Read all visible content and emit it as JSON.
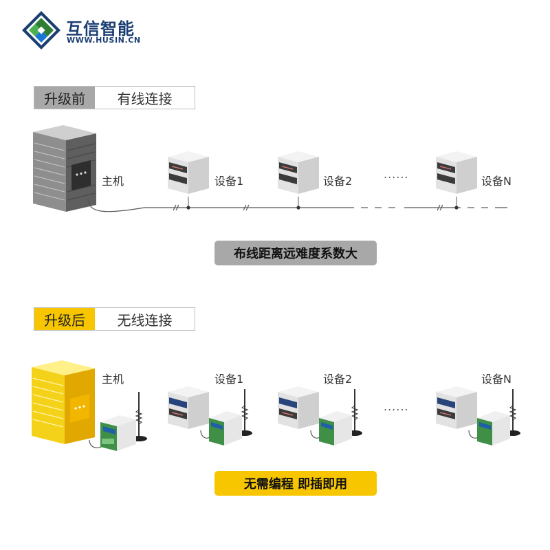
{
  "brand": {
    "name": "互信智能",
    "url": "WWW.HUSIN.CN",
    "colors": {
      "dark": "#1b3e72",
      "green": "#4caf50",
      "blue": "#1976d2"
    }
  },
  "before": {
    "tag": "升级前",
    "mode": "有线连接",
    "host_label": "主机",
    "devices": [
      "设备1",
      "设备2",
      "设备N"
    ],
    "ellipsis": "......",
    "note": "布线距离远难度系数大",
    "accent": "#9e9e9e"
  },
  "after": {
    "tag": "升级后",
    "mode": "无线连接",
    "host_label": "主机",
    "devices": [
      "设备1",
      "设备2",
      "设备N"
    ],
    "ellipsis": "......",
    "note": "无需编程 即插即用",
    "accent": "#f7c600"
  }
}
